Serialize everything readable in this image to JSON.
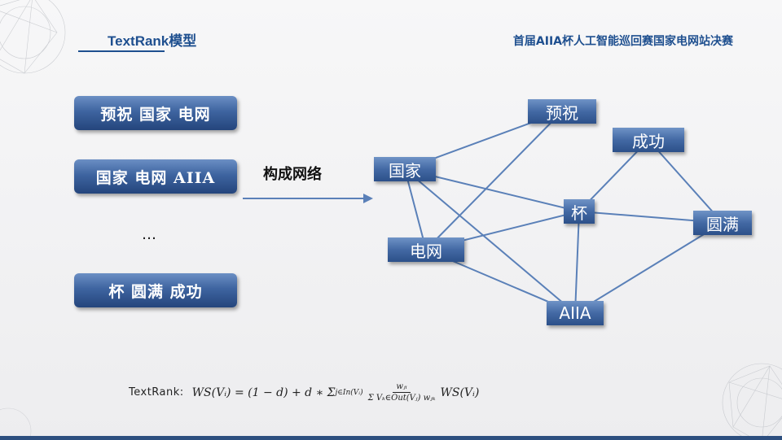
{
  "header": {
    "title": "TextRank模型",
    "event": "首届AIIA杯人工智能巡回赛国家电网站决赛"
  },
  "sentences": [
    {
      "label": "预祝 国家 电网"
    },
    {
      "label": "国家 电网 AIIA"
    },
    {
      "label": "杯 圆满 成功"
    }
  ],
  "ellipsis": "…",
  "arrow_label": "构成网络",
  "graph": {
    "nodes": [
      {
        "id": "yuzhu",
        "label": "预祝"
      },
      {
        "id": "guojia",
        "label": "国家"
      },
      {
        "id": "chenggong",
        "label": "成功"
      },
      {
        "id": "bei",
        "label": "杯"
      },
      {
        "id": "yuanman",
        "label": "圆满"
      },
      {
        "id": "dianwang",
        "label": "电网"
      },
      {
        "id": "aiia",
        "label": "AIIA"
      }
    ],
    "edges": [
      [
        "guojia",
        "yuzhu"
      ],
      [
        "dianwang",
        "yuzhu"
      ],
      [
        "guojia",
        "dianwang"
      ],
      [
        "guojia",
        "bei"
      ],
      [
        "guojia",
        "aiia"
      ],
      [
        "dianwang",
        "bei"
      ],
      [
        "dianwang",
        "aiia"
      ],
      [
        "bei",
        "aiia"
      ],
      [
        "bei",
        "chenggong"
      ],
      [
        "bei",
        "yuanman"
      ],
      [
        "chenggong",
        "yuanman"
      ],
      [
        "yuanman",
        "aiia"
      ]
    ],
    "edge_color": "#5a80b8"
  },
  "formula": {
    "label": "TextRank:",
    "lhs": "WS(Vᵢ) = (1 − d) + d ∗ Σ",
    "sum_sub": "j∈In(Vᵢ)",
    "numerator": "wⱼᵢ",
    "denominator": "Σ Vₖ∈Out(Vⱼ) wⱼₖ",
    "rhs": "WS(Vᵢ)"
  }
}
